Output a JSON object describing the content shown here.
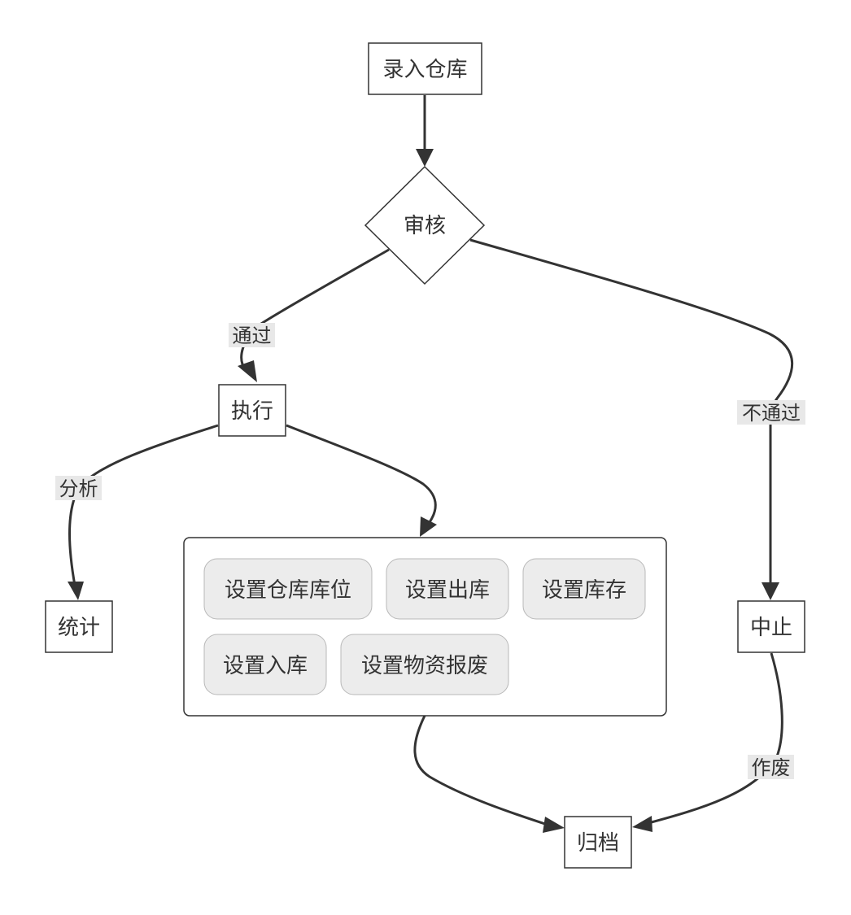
{
  "nodes": {
    "entry": "录入仓库",
    "review": "审核",
    "execute": "执行",
    "stats": "统计",
    "stop": "中止",
    "archive": "归档"
  },
  "settings_group": {
    "items": [
      "设置仓库库位",
      "设置出库",
      "设置库存",
      "设置入库",
      "设置物资报废"
    ]
  },
  "edge_labels": {
    "pass": "通过",
    "fail": "不通过",
    "analyze": "分析",
    "void": "作废"
  },
  "colors": {
    "stroke": "#333333",
    "chip_fill": "#ececec",
    "label_bg": "#e8e8e8"
  }
}
